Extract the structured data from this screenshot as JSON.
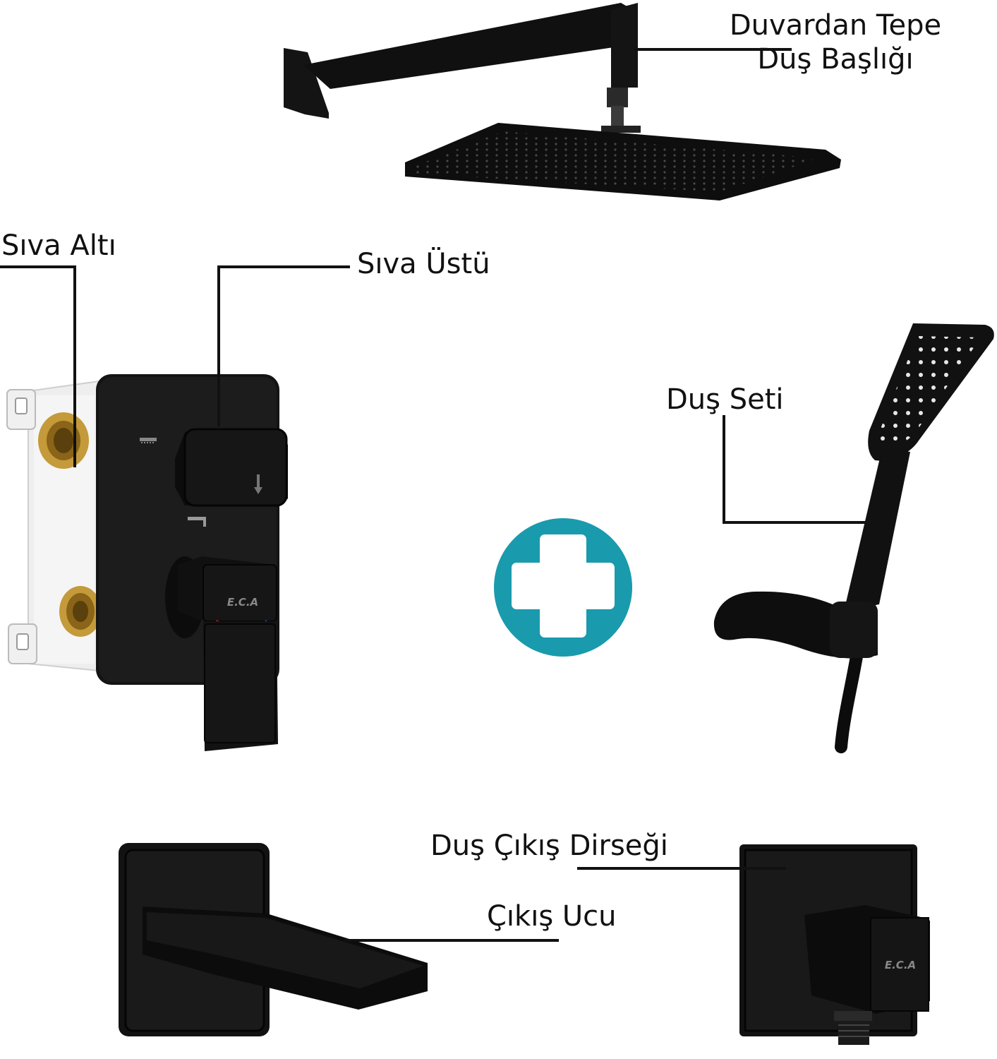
{
  "labels": {
    "rain_shower_line1": "Duvardan Tepe",
    "rain_shower_line2": "Duş Başlığı",
    "concealed_box": "Sıva Altı",
    "surface_trim": "Sıva Üstü",
    "shower_set": "Duş Seti",
    "outlet_elbow": "Duş Çıkış Dirseği",
    "spout": "Çıkış Ucu"
  },
  "brand": {
    "logo_text": "E.C.A"
  },
  "colors": {
    "product_black": "#141414",
    "plus_badge": "#1a9aad",
    "brass": "#c49a3a",
    "hot": "#d62020",
    "cold": "#1f5fd6"
  }
}
